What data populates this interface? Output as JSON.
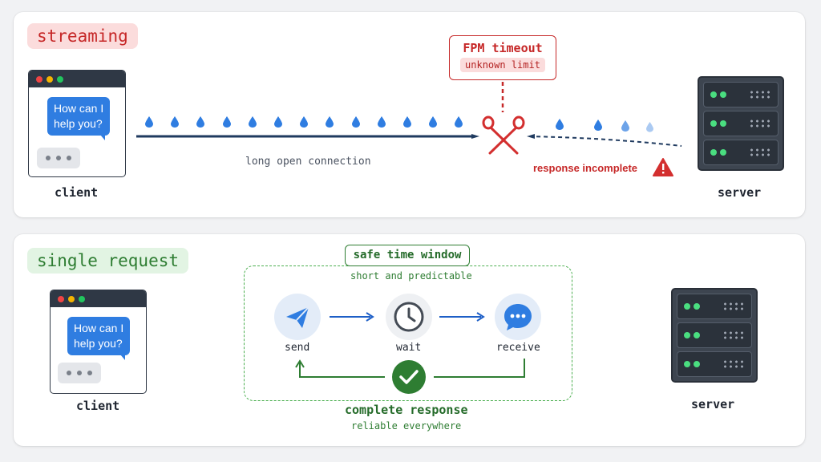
{
  "streaming": {
    "tag": "streaming",
    "client": {
      "bubble": "How can I\nhelp you?",
      "caption": "client"
    },
    "connection_label": "long open connection",
    "timeout": {
      "title": "FPM timeout",
      "subtitle": "unknown limit"
    },
    "incomplete_label": "response incomplete",
    "server_caption": "server"
  },
  "single": {
    "tag": "single request",
    "client": {
      "bubble": "How can I\nhelp you?",
      "caption": "client"
    },
    "window_title": "safe time window",
    "window_subtitle": "short and predictable",
    "steps": [
      {
        "icon": "send-icon",
        "label": "send"
      },
      {
        "icon": "clock-icon",
        "label": "wait"
      },
      {
        "icon": "chat-icon",
        "label": "receive"
      }
    ],
    "complete_title": "complete response",
    "complete_subtitle": "reliable everywhere",
    "server_caption": "server"
  },
  "colors": {
    "red": "#c62828",
    "green": "#2e7d32",
    "blue": "#2f7de1",
    "navy": "#1f3a5f",
    "drop": "#2f7de1"
  }
}
